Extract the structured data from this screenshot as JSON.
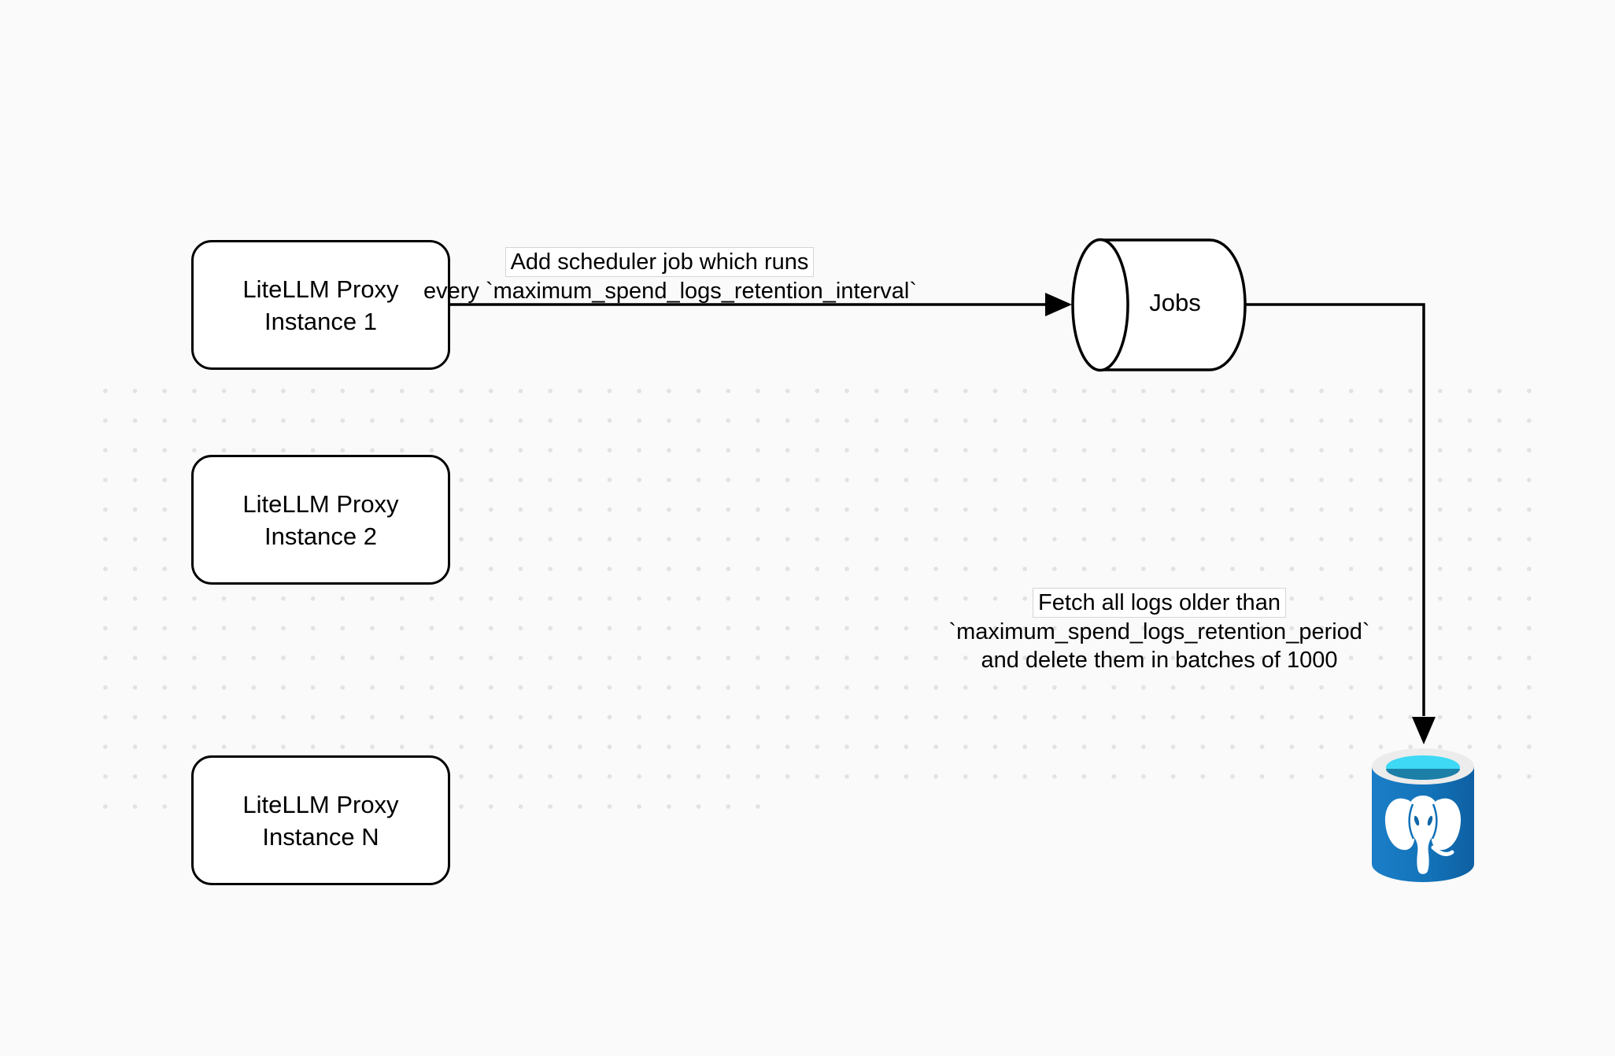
{
  "diagram_title": "LiteLLM spend logs retention scheduler diagram",
  "nodes": {
    "proxy_instances": [
      {
        "id": "instance-1",
        "label_line1": "LiteLLM Proxy",
        "label_line2": "Instance 1"
      },
      {
        "id": "instance-2",
        "label_line1": "LiteLLM Proxy",
        "label_line2": "Instance 2"
      },
      {
        "id": "instance-n",
        "label_line1": "LiteLLM Proxy",
        "label_line2": "Instance N"
      }
    ],
    "jobs_queue": {
      "label": "Jobs"
    },
    "database": {
      "icon": "postgresql-database-icon"
    }
  },
  "edges": {
    "scheduler": {
      "label_line1": "Add scheduler job which runs",
      "label_line2": "every `maximum_spend_logs_retention_interval`"
    },
    "fetch_delete": {
      "label_line1": "Fetch all logs older than",
      "label_line2": "`maximum_spend_logs_retention_period`",
      "label_line3": "and delete them in batches of 1000"
    }
  },
  "colors": {
    "canvas_background": "#fafafa",
    "grid_dots": "#e2e2e2",
    "node_fill": "#ffffff",
    "node_stroke": "#000000",
    "edge_stroke": "#000000",
    "postgres_body_blue": "#1373b9",
    "postgres_body_blue_dark": "#0e60a2",
    "postgres_rim_gray": "#ececec",
    "postgres_opening_cyan": "#3ed9f5",
    "postgres_opening_teal": "#1c7fa8",
    "postgres_elephant": "#ffffff"
  }
}
